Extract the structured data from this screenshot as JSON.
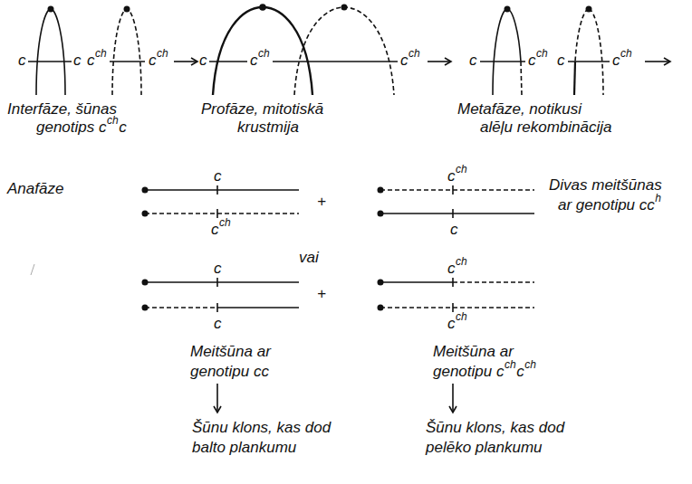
{
  "diagram": {
    "labels": [
      "c",
      "c",
      "c",
      "ch",
      "c",
      "ch",
      "Interfāze, šūnas",
      "genotips c",
      "ch",
      "c",
      "c",
      "c",
      "ch",
      "c",
      "ch",
      "Profāze, mitotiskā",
      "krustmija",
      "c",
      "c",
      "ch",
      "c",
      "c",
      "ch",
      "Metafāze, notikusi",
      "alēļu rekombinācija",
      "Anafāze",
      "c",
      "c",
      "ch",
      "+",
      "c",
      "ch",
      "c",
      "Divas meitšūnas",
      "ar genotipu cc",
      "h",
      "vai",
      "c",
      "+",
      "c",
      "ch",
      "c",
      "c",
      "ch",
      "Meitšūna ar",
      "genotipu cc",
      "Meitšūna ar",
      "genotipu c",
      "ch",
      "c",
      "ch",
      "Šūnu klons, kas dod",
      "balto plankumu",
      "Šūnu klons, kas dod",
      "pelēko plankumu"
    ]
  }
}
